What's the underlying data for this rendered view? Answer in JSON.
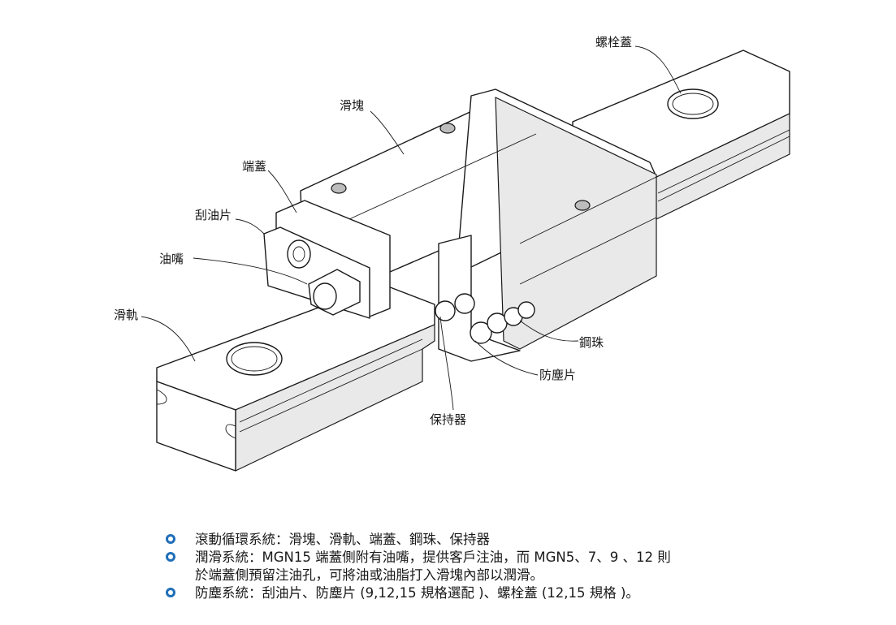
{
  "labels": {
    "bolt_cap": "螺栓蓋",
    "block": "滑塊",
    "end_cap": "端蓋",
    "scraper": "刮油片",
    "grease_nipple": "油嘴",
    "rail": "滑軌",
    "steel_ball": "鋼珠",
    "dust_plate": "防塵片",
    "retainer": "保持器"
  },
  "notes": [
    {
      "lines": [
        "滾動循環系統：滑塊、滑軌、端蓋、鋼珠、保持器"
      ]
    },
    {
      "lines": [
        "潤滑系統：MGN15 端蓋側附有油嘴，提供客戶注油，而 MGN5、7、9 、12 則",
        "於端蓋側預留注油孔，可將油或油脂打入滑塊內部以潤滑。"
      ]
    },
    {
      "lines": [
        "防塵系統：刮油片、防塵片 (9,12,15 規格選配 )、螺栓蓋 (12,15 規格 )。"
      ]
    }
  ],
  "colors": {
    "bullet": "#1f6fb8",
    "line": "#1a1a1a"
  }
}
